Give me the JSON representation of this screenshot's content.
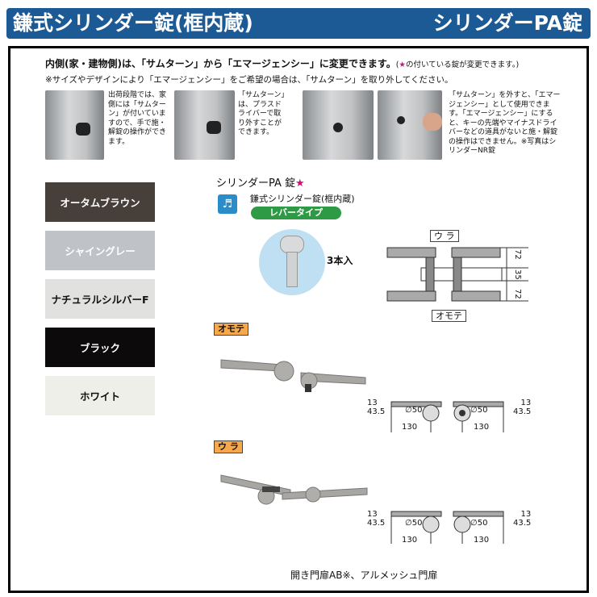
{
  "header": {
    "title_left": "鎌式シリンダー錠(框内蔵)",
    "title_right": "シリンダーPA錠"
  },
  "notes": {
    "main": "内側(家・建物側)は、「サムターン」から「エマージェンシー」に変更できます。",
    "main_small_open": "(",
    "main_small_star": "★",
    "main_small": "の付いている錠が変更できます。)",
    "sub": "※サイズやデザインにより「エマージェンシー」をご希望の場合は、「サムターン」を取り外してください。"
  },
  "photo_captions": [
    "出荷段階では、家側には「サムターン」が付いていますので、手で施・解錠の操作ができます。",
    "「サムターン」は、プラスドライバーで取り外すことができます。",
    "「サムターン」を外すと、「エマージェンシー」として使用できます。「エマージェンシー」にすると、キーの先端やマイナスドライバーなどの道具がないと施・解錠の操作はできません。※写真はシリンダーNR錠"
  ],
  "colors": [
    {
      "label": "オータムブラウン",
      "bg": "#463f3a",
      "fg": "#ffffff"
    },
    {
      "label": "シャイングレー",
      "bg": "#bfc2c6",
      "fg": "#ffffff"
    },
    {
      "label": "ナチュラルシルバーF",
      "bg": "#e1e1df",
      "fg": "#111111"
    },
    {
      "label": "ブラック",
      "bg": "#0c0a0a",
      "fg": "#ffffff"
    },
    {
      "label": "ホワイト",
      "bg": "#efefea",
      "fg": "#111111"
    }
  ],
  "product": {
    "name": "シリンダーPA 錠",
    "star": "★",
    "type": "鎌式シリンダー錠(框内蔵)",
    "badge": "レバータイプ",
    "keys": "3本入"
  },
  "diagram_top": {
    "ura": "ウ ラ",
    "omote": "オモテ",
    "dims": [
      "72",
      "35",
      "72"
    ]
  },
  "section_omote": {
    "tag": "オモテ",
    "d1": "13",
    "d2": "43.5",
    "phi": "∅50",
    "w": "130"
  },
  "section_ura": {
    "tag": "ウ ラ",
    "d1": "13",
    "d2": "43.5",
    "phi": "∅50",
    "w": "130"
  },
  "footer": "開き門扉AB※、アルメッシュ門扉",
  "accent": "#1c5a96"
}
